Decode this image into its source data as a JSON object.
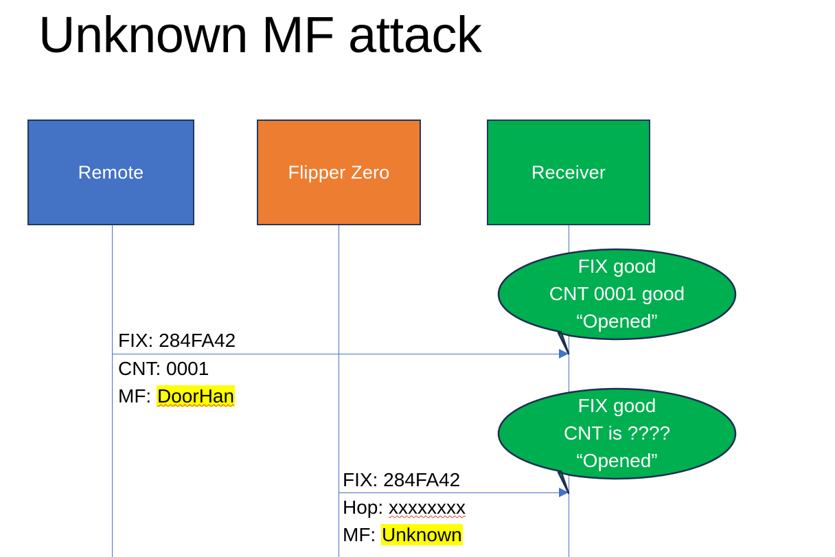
{
  "slide": {
    "title": "Unknown MF attack",
    "background": "#FFFFFF"
  },
  "colors": {
    "remote": "#4472C4",
    "flipper": "#ED7D31",
    "receiver": "#00AF50",
    "box_border": "#1F3864",
    "arrow": "#4472C4",
    "highlight": "#FFFF00",
    "spellcheck": "#E04A2F",
    "balloon_fill": "#00AF50",
    "balloon_stroke": "#1F2D50",
    "text": "#000000",
    "box_label": "#FFFFFF"
  },
  "actors": [
    {
      "id": "remote",
      "label": "Remote"
    },
    {
      "id": "flipper",
      "label": "Flipper Zero"
    },
    {
      "id": "receiver",
      "label": "Receiver"
    }
  ],
  "messages": [
    {
      "id": "msg-remote-to-receiver",
      "from": "remote",
      "to": "receiver",
      "lines": [
        {
          "prefix": "FIX: ",
          "value": "284FA42",
          "highlight": false,
          "spellcheck": false
        },
        {
          "prefix": "CNT: ",
          "value": "0001",
          "highlight": false,
          "spellcheck": false
        },
        {
          "prefix": "MF: ",
          "value": "DoorHan",
          "highlight": true,
          "spellcheck": true
        }
      ]
    },
    {
      "id": "msg-flipper-to-receiver",
      "from": "flipper",
      "to": "receiver",
      "lines": [
        {
          "prefix": "FIX: ",
          "value": "284FA42",
          "highlight": false,
          "spellcheck": false
        },
        {
          "prefix": "Hop: ",
          "value": "xxxxxxxx",
          "highlight": false,
          "spellcheck": true
        },
        {
          "prefix": "MF: ",
          "value": "Unknown",
          "highlight": true,
          "spellcheck": false
        }
      ]
    }
  ],
  "balloons": [
    {
      "id": "balloon-first",
      "owner": "receiver",
      "lines": [
        "FIX good",
        "CNT 0001 good",
        "“Opened”"
      ]
    },
    {
      "id": "balloon-second",
      "owner": "receiver",
      "lines": [
        "FIX good",
        "CNT is ????",
        "“Opened”"
      ]
    }
  ]
}
